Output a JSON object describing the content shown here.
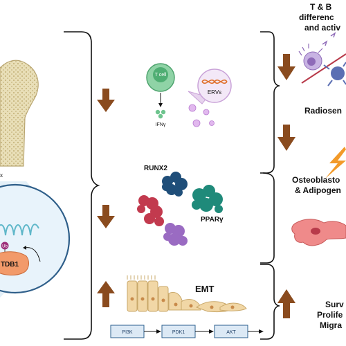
{
  "right_header": {
    "line1": "T & B",
    "line2": "differenc",
    "line3": "and activ"
  },
  "right_labels": {
    "radio": "Radiosen",
    "osteo_line1": "Osteoblasto",
    "osteo_line2": "& Adipogen",
    "surv_line1": "Surv",
    "surv_line2": "Prolife",
    "surv_line3": "Migra"
  },
  "left_labels": {
    "x_fragment": "x",
    "tdb": "TDB1",
    "ub": "Ub"
  },
  "center": {
    "tcell": "T cell",
    "erv": "ERVs",
    "ifn": "IFNγ",
    "runx2": "RUNX2",
    "ppar": "PPARγ",
    "emt": "EMT"
  },
  "pathway": {
    "nodes": [
      "PI3K",
      "PDK1",
      "AKT"
    ]
  },
  "colors": {
    "arrow_brown": "#8a4b1e",
    "tcell_green": "#6ec48e",
    "runx2_navy": "#1f4e79",
    "ppar_teal": "#1f8a7a",
    "red_protein": "#c23a4e",
    "purple_protein": "#9a6bc2",
    "tdb_orange": "#f29a6a",
    "cell_tan": "#f1d7a6"
  }
}
